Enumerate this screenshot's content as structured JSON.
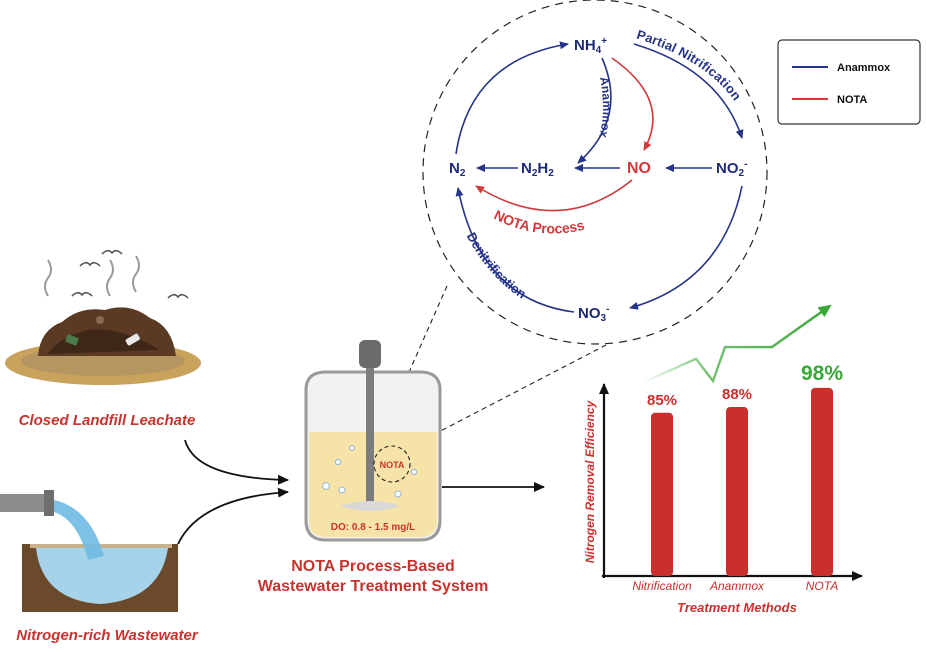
{
  "colors": {
    "anammox": "#25338a",
    "nota": "#d2393a",
    "growth": "#3aa838",
    "bar": "#c9302c",
    "soil": "#6b4a2b"
  },
  "legend": {
    "anammox_label": "Anammox",
    "nota_label": "NOTA"
  },
  "cycle": {
    "nodes": {
      "nh4": {
        "base": "NH",
        "sub": "4",
        "sup": "+"
      },
      "no2": {
        "base": "NO",
        "sub": "2",
        "sup": "-"
      },
      "no3": {
        "base": "NO",
        "sub": "3",
        "sup": "-"
      },
      "no": {
        "base": "NO"
      },
      "n2h2": {
        "base1": "N",
        "sub1": "2",
        "base2": "H",
        "sub2": "2"
      },
      "n2": {
        "base": "N",
        "sub": "2"
      }
    },
    "arrow_labels": {
      "partial_nitrification": "Partial Nitrification",
      "anammox": "Anammox",
      "nota_process": "NOTA Process",
      "denitrification": "Denitrification"
    }
  },
  "sources": {
    "landfill_label": "Closed Landfill Leachate",
    "wastewater_label": "Nitrogen-rich Wastewater"
  },
  "reactor": {
    "inner_label": "NOTA",
    "do_label": "DO: 0.8 - 1.5 mg/L",
    "title_line1": "NOTA Process-Based",
    "title_line2": "Wastewater Treatment System"
  },
  "chart_data": {
    "type": "bar",
    "categories": [
      "Nitrification",
      "Anammox",
      "NOTA"
    ],
    "values": [
      85,
      88,
      98
    ],
    "value_labels": [
      "85%",
      "88%",
      "98%"
    ],
    "xlabel": "Treatment Methods",
    "ylabel": "Nitrogen Removal Efficiency",
    "ylim": [
      0,
      100
    ],
    "grid": false,
    "trend_arrow": true
  }
}
